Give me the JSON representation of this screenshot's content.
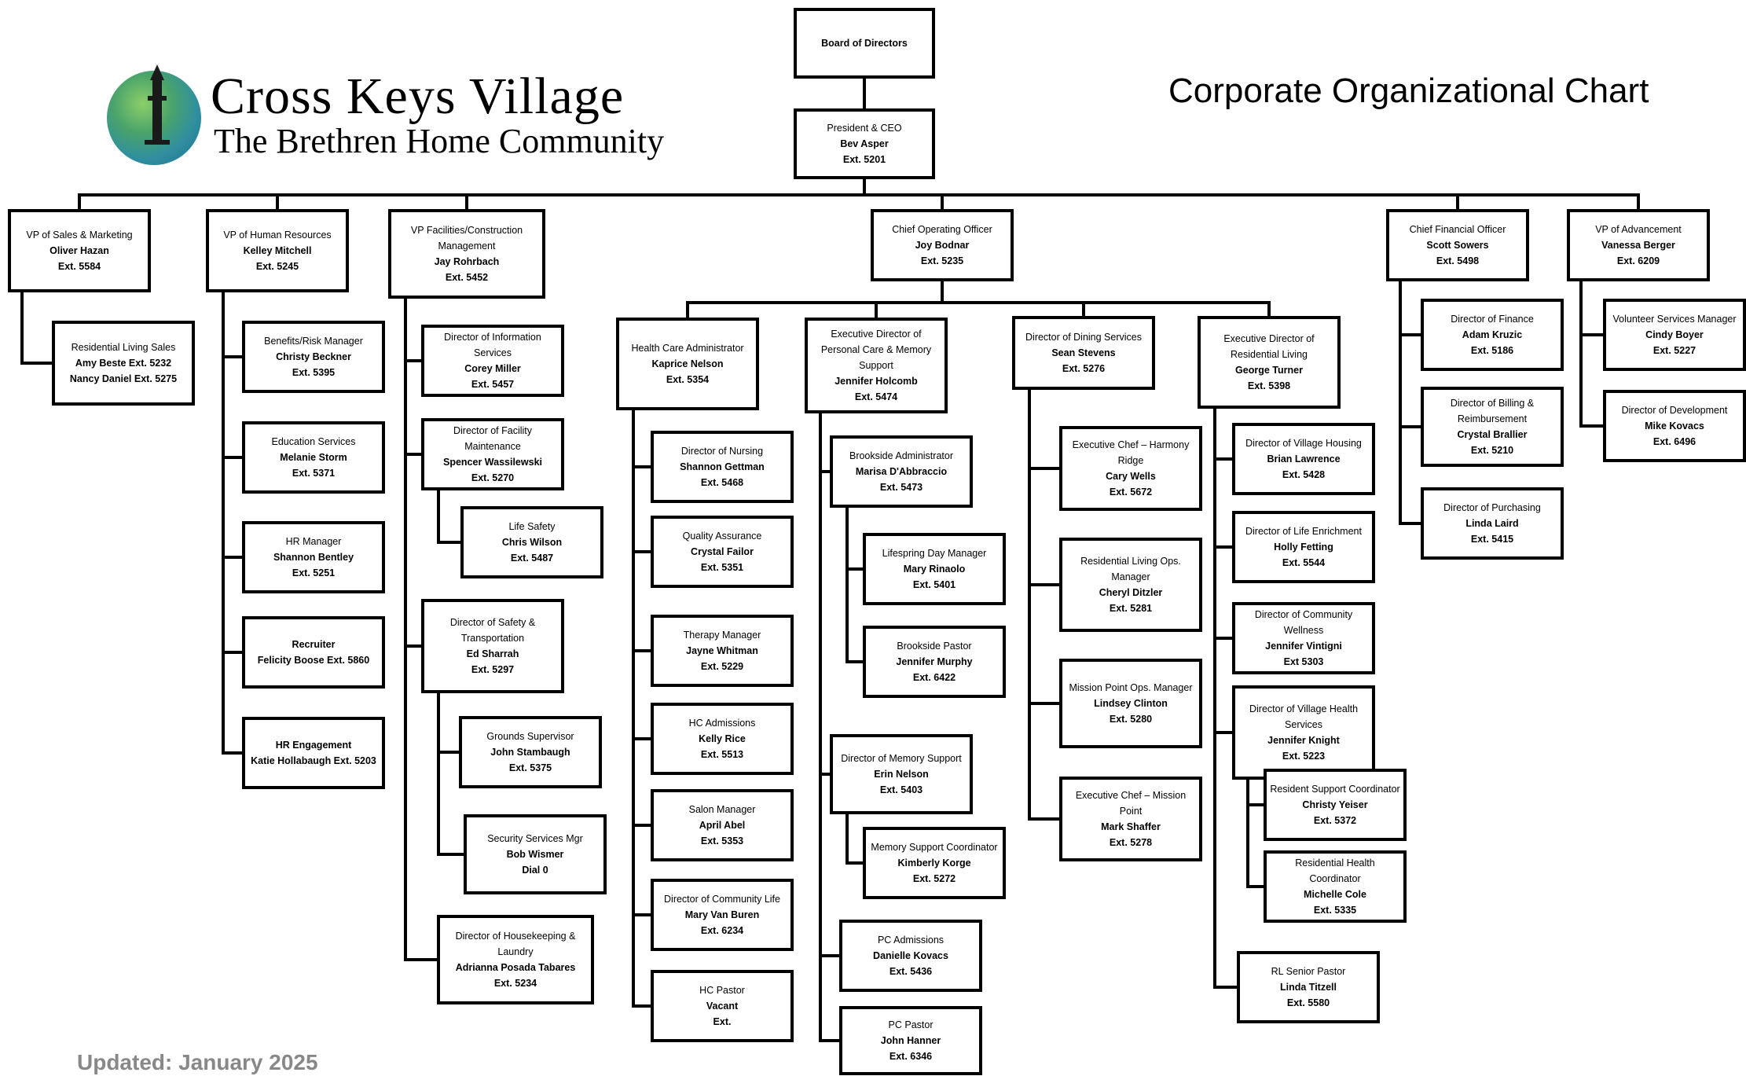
{
  "logo": {
    "name_line1": "Cross Keys Village",
    "name_line2": "The Brethren Home Community",
    "icon": "bell-tower-globe-icon"
  },
  "title": "Corporate Organizational Chart",
  "updated": "Updated: January 2025",
  "colors": {
    "line": "#000000",
    "updated_text": "#888888",
    "globe_green": "#6cbf5e",
    "globe_blue": "#2f8fa0"
  },
  "boxes": [
    {
      "id": "board",
      "title": "Board of Directors",
      "name": "",
      "ext": ""
    },
    {
      "id": "ceo",
      "title": "President & CEO",
      "name": "Bev Asper",
      "ext": "Ext. 5201"
    },
    {
      "id": "vp-sales",
      "title": "VP of Sales & Marketing",
      "name": "Oliver Hazan",
      "ext": "Ext. 5584"
    },
    {
      "id": "res-living-sales",
      "title": "Residential Living Sales",
      "name": "Amy Beste Ext. 5232",
      "ext": "Nancy Daniel Ext. 5275"
    },
    {
      "id": "vp-hr",
      "title": "VP of Human Resources",
      "name": "Kelley Mitchell",
      "ext": "Ext. 5245"
    },
    {
      "id": "benefits",
      "title": "Benefits/Risk Manager",
      "name": "Christy Beckner",
      "ext": "Ext. 5395"
    },
    {
      "id": "education",
      "title": "Education Services",
      "name": "Melanie Storm",
      "ext": "Ext. 5371"
    },
    {
      "id": "hr-manager",
      "title": "HR Manager",
      "name": "Shannon Bentley",
      "ext": "Ext. 5251"
    },
    {
      "id": "recruiter",
      "title": "",
      "name": "Recruiter",
      "ext": "Felicity Boose Ext. 5860"
    },
    {
      "id": "hr-engagement",
      "title": "",
      "name": "HR Engagement",
      "ext": "Katie Hollabaugh Ext. 5203"
    },
    {
      "id": "vp-facilities",
      "title": "VP Facilities/Construction Management",
      "name": "Jay Rohrbach",
      "ext": "Ext. 5452"
    },
    {
      "id": "dir-info",
      "title": "Director of Information Services",
      "name": "Corey Miller",
      "ext": "Ext. 5457"
    },
    {
      "id": "dir-facility",
      "title": "Director of Facility Maintenance",
      "name": "Spencer Wassilewski",
      "ext": "Ext. 5270"
    },
    {
      "id": "life-safety",
      "title": "Life Safety",
      "name": "Chris Wilson",
      "ext": "Ext. 5487"
    },
    {
      "id": "dir-safety",
      "title": "Director of Safety & Transportation",
      "name": "Ed Sharrah",
      "ext": "Ext. 5297"
    },
    {
      "id": "grounds",
      "title": "Grounds Supervisor",
      "name": "John Stambaugh",
      "ext": "Ext. 5375"
    },
    {
      "id": "security",
      "title": "Security Services Mgr",
      "name": "Bob Wismer",
      "ext": "Dial 0"
    },
    {
      "id": "dir-housekeeping",
      "title": "Director of Housekeeping & Laundry",
      "name": "Adrianna Posada Tabares",
      "ext": "Ext. 5234"
    },
    {
      "id": "coo",
      "title": "Chief Operating Officer",
      "name": "Joy Bodnar",
      "ext": "Ext. 5235"
    },
    {
      "id": "hc-admin",
      "title": "Health Care Administrator",
      "name": "Kaprice Nelson",
      "ext": "Ext. 5354"
    },
    {
      "id": "dir-nursing",
      "title": "Director of Nursing",
      "name": "Shannon Gettman",
      "ext": "Ext. 5468"
    },
    {
      "id": "quality",
      "title": "Quality Assurance",
      "name": "Crystal Failor",
      "ext": "Ext. 5351"
    },
    {
      "id": "therapy",
      "title": "Therapy Manager",
      "name": "Jayne Whitman",
      "ext": "Ext. 5229"
    },
    {
      "id": "hc-admissions",
      "title": "HC Admissions",
      "name": "Kelly Rice",
      "ext": "Ext. 5513"
    },
    {
      "id": "salon",
      "title": "Salon Manager",
      "name": "April Abel",
      "ext": "Ext. 5353"
    },
    {
      "id": "dir-community-life",
      "title": "Director of Community Life",
      "name": "Mary Van Buren",
      "ext": "Ext. 6234"
    },
    {
      "id": "hc-pastor",
      "title": "HC Pastor",
      "name": "Vacant",
      "ext": "Ext."
    },
    {
      "id": "exec-personal-care",
      "title": "Executive Director of Personal Care & Memory Support",
      "name": "Jennifer Holcomb",
      "ext": "Ext. 5474"
    },
    {
      "id": "brookside-admin",
      "title": "Brookside Administrator",
      "name": "Marisa D'Abbraccio",
      "ext": "Ext. 5473"
    },
    {
      "id": "lifespring",
      "title": "Lifespring Day Manager",
      "name": "Mary Rinaolo",
      "ext": "Ext. 5401"
    },
    {
      "id": "brookside-pastor",
      "title": "Brookside Pastor",
      "name": "Jennifer Murphy",
      "ext": "Ext. 6422"
    },
    {
      "id": "dir-memory",
      "title": "Director of Memory Support",
      "name": "Erin Nelson",
      "ext": "Ext. 5403"
    },
    {
      "id": "memory-coord",
      "title": "Memory Support Coordinator",
      "name": "Kimberly Korge",
      "ext": "Ext. 5272"
    },
    {
      "id": "pc-admissions",
      "title": "PC Admissions",
      "name": "Danielle Kovacs",
      "ext": "Ext. 5436"
    },
    {
      "id": "pc-pastor",
      "title": "PC Pastor",
      "name": "John Hanner",
      "ext": "Ext. 6346"
    },
    {
      "id": "dir-dining",
      "title": "Director of Dining Services",
      "name": "Sean Stevens",
      "ext": "Ext. 5276"
    },
    {
      "id": "chef-harmony",
      "title": "Executive Chef – Harmony Ridge",
      "name": "Cary Wells",
      "ext": "Ext. 5672"
    },
    {
      "id": "rl-ops",
      "title": "Residential Living Ops. Manager",
      "name": "Cheryl Ditzler",
      "ext": "Ext. 5281"
    },
    {
      "id": "mission-ops",
      "title": "Mission Point Ops. Manager",
      "name": "Lindsey Clinton",
      "ext": "Ext. 5280"
    },
    {
      "id": "chef-mission",
      "title": "Executive Chef – Mission Point",
      "name": "Mark Shaffer",
      "ext": "Ext. 5278"
    },
    {
      "id": "exec-res-living",
      "title": "Executive Director of Residential Living",
      "name": "George Turner",
      "ext": "Ext. 5398"
    },
    {
      "id": "dir-village-housing",
      "title": "Director of Village Housing",
      "name": "Brian Lawrence",
      "ext": "Ext. 5428"
    },
    {
      "id": "dir-life-enrich",
      "title": "Director of Life Enrichment",
      "name": "Holly Fetting",
      "ext": "Ext. 5544"
    },
    {
      "id": "dir-comm-wellness",
      "title": "Director of Community Wellness",
      "name": "Jennifer Vintigni",
      "ext": "Ext 5303"
    },
    {
      "id": "dir-village-health",
      "title": "Director of Village Health Services",
      "name": "Jennifer Knight",
      "ext": "Ext. 5223"
    },
    {
      "id": "res-support",
      "title": "Resident Support Coordinator",
      "name": "Christy Yeiser",
      "ext": "Ext. 5372"
    },
    {
      "id": "res-health",
      "title": "Residential Health Coordinator",
      "name": "Michelle Cole",
      "ext": "Ext. 5335"
    },
    {
      "id": "rl-pastor",
      "title": "RL Senior Pastor",
      "name": "Linda Titzell",
      "ext": "Ext. 5580"
    },
    {
      "id": "cfo",
      "title": "Chief Financial Officer",
      "name": "Scott Sowers",
      "ext": "Ext. 5498"
    },
    {
      "id": "dir-finance",
      "title": "Director of Finance",
      "name": "Adam Kruzic",
      "ext": "Ext. 5186"
    },
    {
      "id": "dir-billing",
      "title": "Director of Billing & Reimbursement",
      "name": "Crystal Brallier",
      "ext": "Ext. 5210"
    },
    {
      "id": "dir-purchasing",
      "title": "Director of Purchasing",
      "name": "Linda Laird",
      "ext": "Ext. 5415"
    },
    {
      "id": "vp-advancement",
      "title": "VP of Advancement",
      "name": "Vanessa Berger",
      "ext": "Ext. 6209"
    },
    {
      "id": "volunteer",
      "title": "Volunteer Services Manager",
      "name": "Cindy Boyer",
      "ext": "Ext. 5227"
    },
    {
      "id": "dir-development",
      "title": "Director of Development",
      "name": "Mike Kovacs",
      "ext": "Ext. 6496"
    }
  ]
}
